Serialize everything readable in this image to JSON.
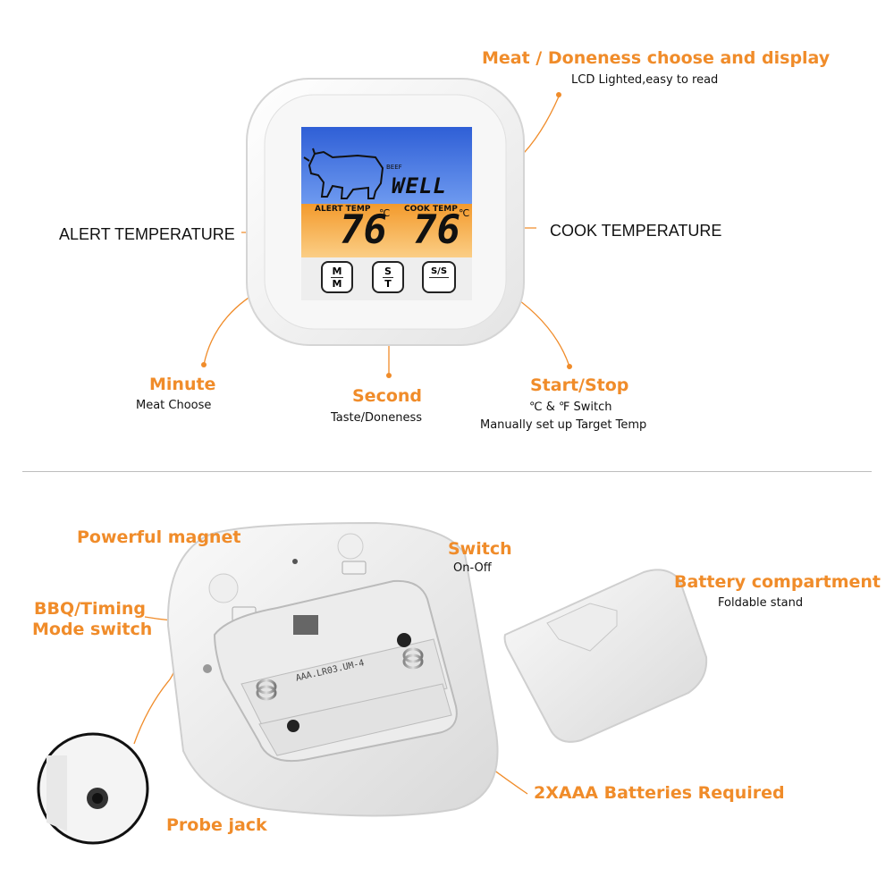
{
  "colors": {
    "accent": "#f08c2a",
    "lcd_blue": "#3e6fe0",
    "lcd_orange": "#f7a845",
    "divider": "#bdbdbd"
  },
  "top": {
    "meat_doneness": {
      "title": "Meat / Doneness choose and display",
      "subtitle": "LCD Lighted,easy to read"
    },
    "alert_temperature": "ALERT TEMPERATURE",
    "cook_temperature": "COOK TEMPERATURE",
    "minute": {
      "title": "Minute",
      "subtitle": "Meat Choose"
    },
    "second": {
      "title": "Second",
      "subtitle": "Taste/Doneness"
    },
    "start_stop": {
      "title": "Start/Stop",
      "line1": "℃ & ℉ Switch",
      "line2": "Manually set up Target Temp"
    }
  },
  "device": {
    "lcd": {
      "meat_label": "BEEF",
      "doneness": "WELL",
      "alert_label": "ALERT TEMP",
      "cook_label": "COOK TEMP",
      "alert_value": "76",
      "cook_value": "76",
      "unit": "℃"
    },
    "buttons": {
      "mm": {
        "top": "M",
        "bottom": "M"
      },
      "st": {
        "top": "S",
        "bottom": "T"
      },
      "ss": {
        "top": "S/S"
      }
    }
  },
  "bottom": {
    "magnet": "Powerful magnet",
    "switch": {
      "title": "Switch",
      "subtitle": "On-Off"
    },
    "bbq": {
      "line1": "BBQ/Timing",
      "line2": "Mode switch"
    },
    "battery_compartment": {
      "title": "Battery compartment",
      "subtitle": "Foldable stand"
    },
    "batteries": "2XAAA Batteries Required",
    "probe_jack": "Probe jack",
    "battery_print": "AAA.LR03.UM-4"
  }
}
